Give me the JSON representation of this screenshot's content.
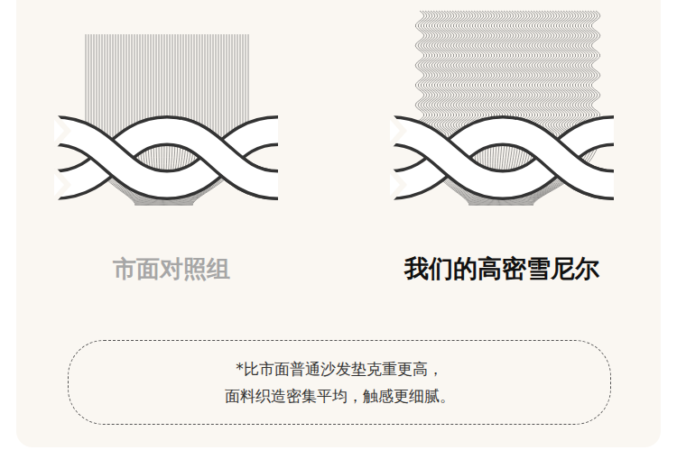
{
  "diagram": {
    "nodes": [
      {
        "text": [
          "*比市面普通沙发垫克重更高， 面料织造密集平均，触感更细腻。"
        ]
      }
    ],
    "labels": [
      "市面对照组",
      "我们的高密雪尼尔"
    ]
  }
}
